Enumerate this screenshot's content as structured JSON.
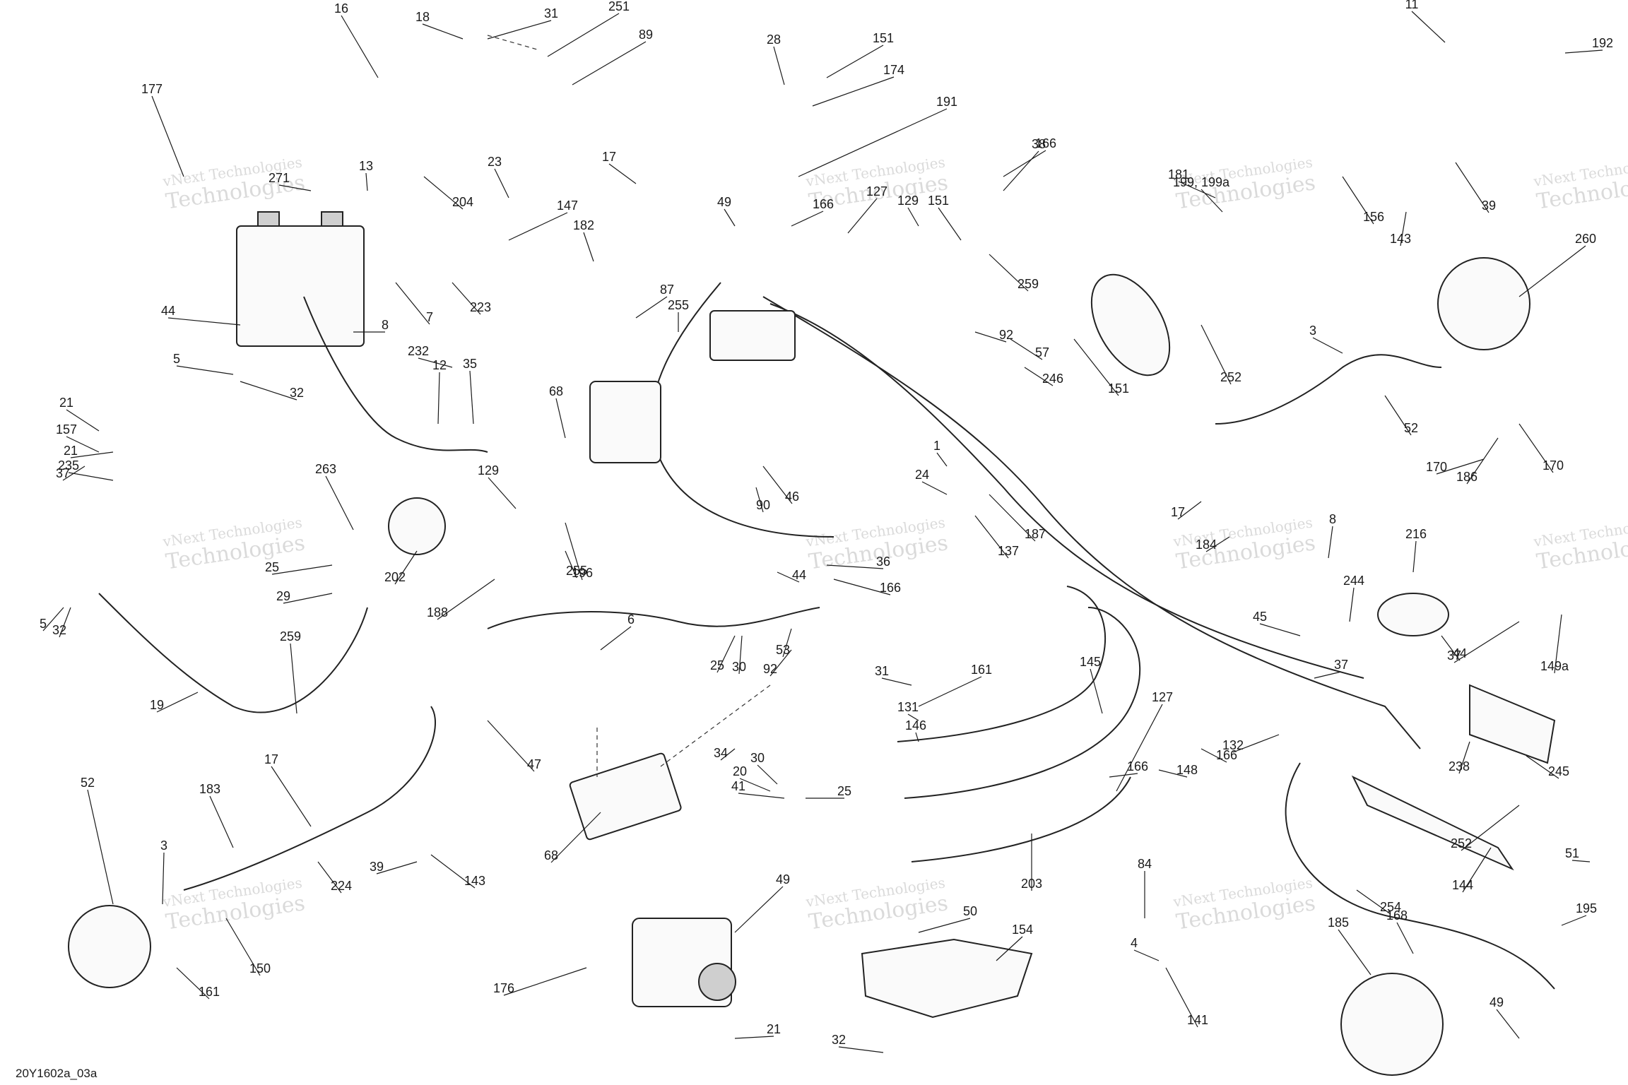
{
  "diagram_code": "20Y1602a_03a",
  "watermark": {
    "line1": "vNext Technologies",
    "line2": "Technologies"
  },
  "labels": [
    "11",
    "192",
    "16",
    "18",
    "31",
    "251",
    "89",
    "28",
    "151",
    "174",
    "191",
    "177",
    "13",
    "271",
    "204",
    "23",
    "147",
    "182",
    "17",
    "49",
    "166",
    "127",
    "129",
    "151",
    "38",
    "181",
    "199, 199a",
    "156",
    "39",
    "143",
    "260",
    "44",
    "7",
    "223",
    "87",
    "255",
    "196",
    "259",
    "92",
    "57",
    "246",
    "151",
    "166",
    "252",
    "3",
    "52",
    "5",
    "32",
    "8",
    "232",
    "12",
    "35",
    "68",
    "170",
    "1",
    "24",
    "186",
    "170",
    "21",
    "235",
    "263",
    "129",
    "46",
    "90",
    "187",
    "137",
    "17",
    "184",
    "8",
    "216",
    "166",
    "202",
    "188",
    "255",
    "36",
    "44",
    "166",
    "25",
    "29",
    "259",
    "25",
    "30",
    "53",
    "92",
    "45",
    "244",
    "44",
    "37",
    "149a",
    "37",
    "238",
    "245",
    "19",
    "47",
    "6",
    "31",
    "131",
    "146",
    "161",
    "145",
    "127",
    "34",
    "30",
    "20",
    "25",
    "41",
    "166",
    "148",
    "132",
    "252",
    "17",
    "183",
    "39",
    "143",
    "52",
    "3",
    "224",
    "150",
    "161",
    "68",
    "203",
    "84",
    "144",
    "51",
    "254",
    "195",
    "49",
    "176",
    "50",
    "154",
    "4",
    "141",
    "168",
    "185",
    "49",
    "21",
    "32",
    "5",
    "32",
    "21",
    "157",
    "37"
  ]
}
